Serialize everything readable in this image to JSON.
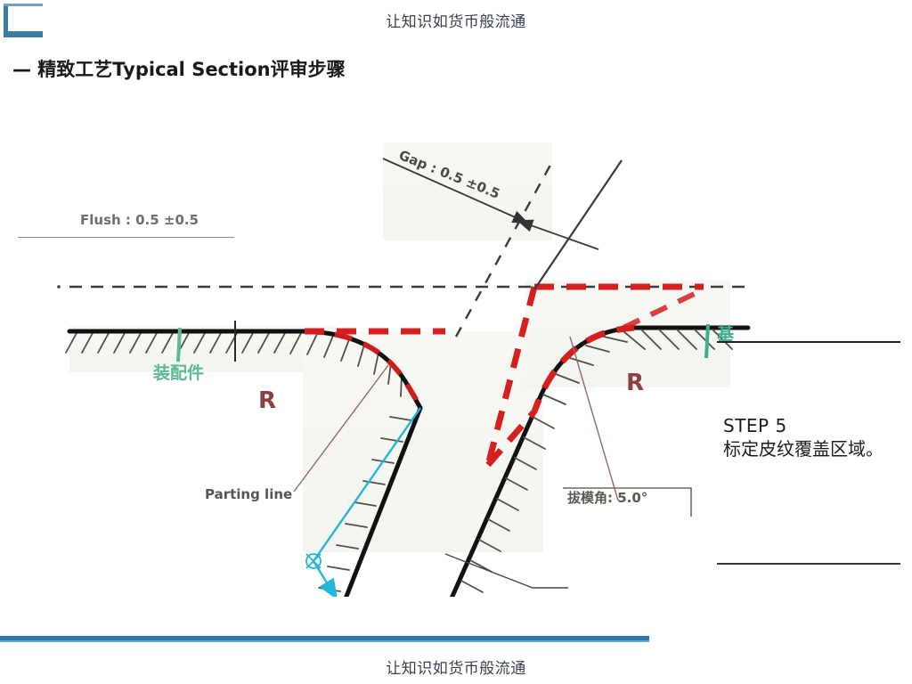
{
  "header": {
    "text": "让知识如货币般流通",
    "logo_icon": "bracket-logo-icon",
    "logo_color": "#3d7ca3"
  },
  "title": "— 精致工艺Typical Section评审步骤",
  "diagram": {
    "name": "typical-section-cross-section-diagram",
    "annotations": {
      "flush": "Flush : 0.5 ±0.5",
      "gap": "Gap : 0.5 ±0.5",
      "assembly_part": "装配件",
      "base_part": "基",
      "radius_left": "R",
      "radius_right": "R",
      "parting_line": "Parting line",
      "draft_angle": "拔模角: 5.0°"
    },
    "colors": {
      "grain_highlight": "#d62020",
      "profile": "#111111",
      "hatch": "#555046",
      "assembly_marker": "#5fb894",
      "base_marker": "#3fae8e",
      "radius_label": "#8e4040",
      "dimension_line": "#4a4a4a",
      "parting_arrow": "#22b6d8"
    }
  },
  "step_note": {
    "heading": "STEP 5",
    "body": "标定皮纹覆盖区域。"
  },
  "footer": {
    "text": "让知识如货币般流通",
    "rule_color": "#2a78ad"
  }
}
